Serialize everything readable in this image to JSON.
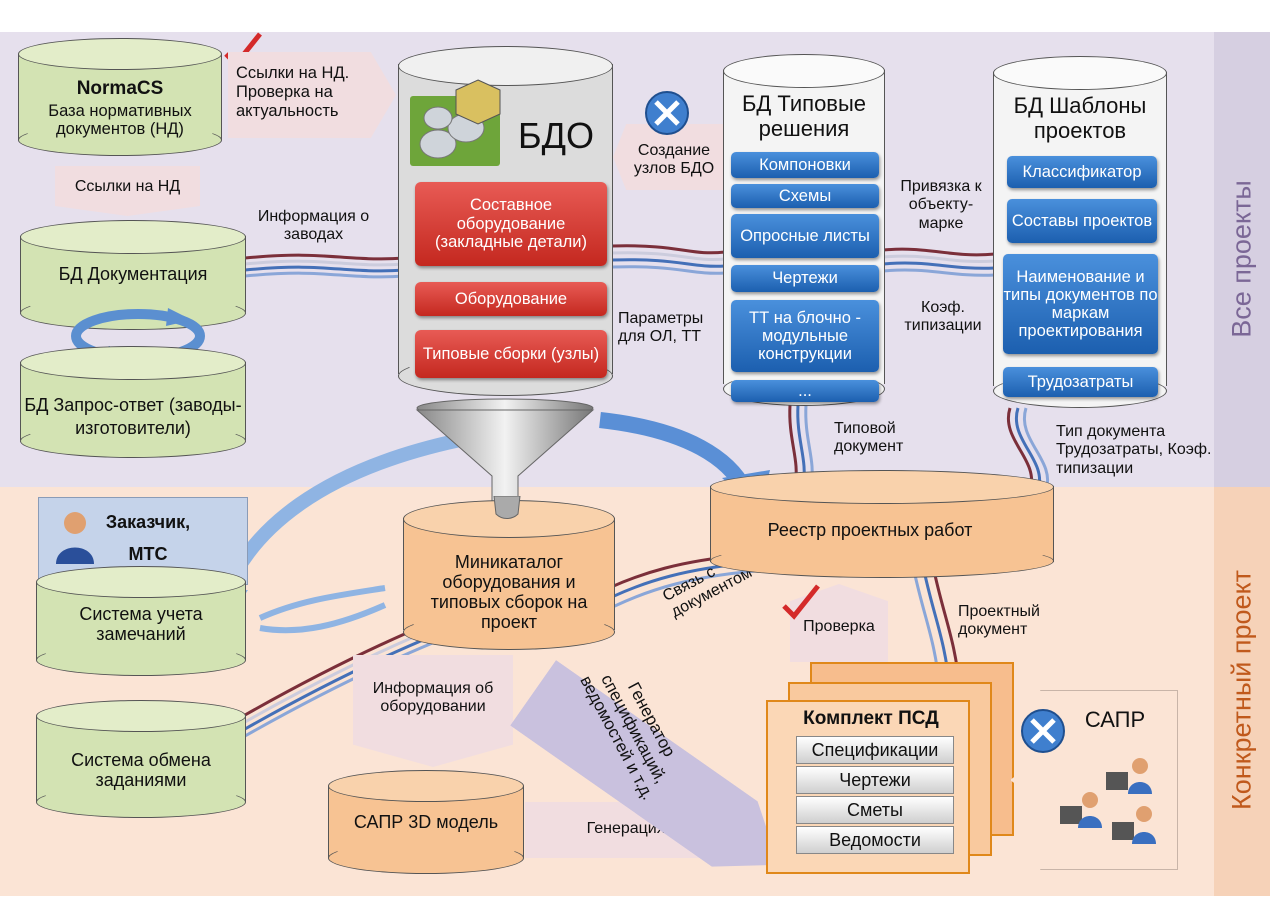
{
  "side_labels": {
    "top": "Все проекты",
    "bottom": "Конкретный проект"
  },
  "normacs": {
    "title": "NormaCS",
    "subtitle": "База нормативных документов (НД)"
  },
  "callouts": {
    "nd_links_check": "Ссылки на НД. Проверка на актуальность",
    "nd_links": "Ссылки на НД",
    "create_nodes": "Создание узлов БДО",
    "check": "Проверка",
    "equipment_info": "Информация об оборудовании",
    "generate_psd": "Генерация ПСД",
    "generator": "Генератор спецификаций, ведомостей и т.д."
  },
  "databases": {
    "documentation": "БД Документация",
    "request_answer": "БД Запрос-ответ (заводы-изготовители)",
    "bdo": "БДО",
    "typical": "БД Типовые решения",
    "templates": "БД Шаблоны проектов"
  },
  "bdo_items": [
    "Составное оборудование (закладные детали)",
    "Оборудование",
    "Типовые сборки (узлы)"
  ],
  "typical_items": [
    "Компоновки",
    "Схемы",
    "Опросные листы",
    "Чертежи",
    "ТТ на блочно - модульные конструкции",
    "..."
  ],
  "template_items": [
    "Классификатор",
    "Составы проектов",
    "Наименование и типы документов по маркам проектирования",
    "Трудозатраты"
  ],
  "flow_labels": {
    "plants_info": "Информация о заводах",
    "params": "Параметры для ОЛ, ТТ",
    "bind_object": "Привязка к объекту-марке",
    "coef": "Коэф. типизации",
    "typical_doc": "Типовой документ",
    "doc_type": "Тип документа Трудозатраты, Коэф. типизации",
    "link_doc": "Связь с документом",
    "project_doc": "Проектный документ"
  },
  "customer": "Заказчик, МТС",
  "project": {
    "remarks": "Система учета замечаний",
    "tasks": "Система обмена заданиями",
    "minicatalog": "Миникаталог оборудования и типовых сборок на проект",
    "registry": "Реестр проектных работ",
    "cad_model": "САПР 3D модель",
    "cad": "САПР"
  },
  "psd": {
    "title": "Комплект ПСД",
    "items": [
      "Спецификации",
      "Чертежи",
      "Сметы",
      "Ведомости"
    ]
  }
}
